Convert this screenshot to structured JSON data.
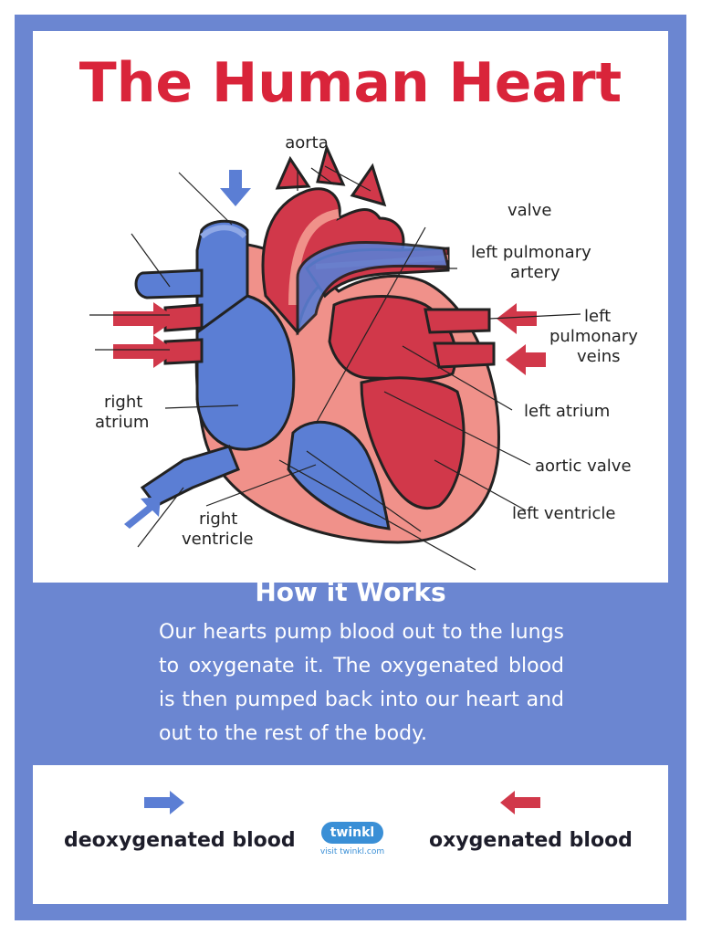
{
  "title": "The Human Heart",
  "labels": {
    "aorta": "aorta",
    "valve": "valve",
    "left_pulmonary_artery": [
      "left pulmonary",
      "artery"
    ],
    "left_pulmonary_veins": [
      "left",
      "pulmonary",
      "veins"
    ],
    "right_atrium": [
      "right",
      "atrium"
    ],
    "left_atrium": "left atrium",
    "aortic_valve": "aortic valve",
    "left_ventricle": "left ventricle",
    "right_ventricle": [
      "right",
      "ventricle"
    ]
  },
  "how_it_works": {
    "heading": "How it Works",
    "body": "Our hearts pump blood out to the lungs to oxygenate it. The oxygenated blood is then pumped back into our heart and out to the rest of the body."
  },
  "legend": {
    "deoxygenated": "deoxygenated blood",
    "oxygenated": "oxygenated blood"
  },
  "logo": {
    "name": "twinkl",
    "url_text": "visit twinkl.com"
  },
  "colors": {
    "frame_blue": "#6b86d1",
    "title_red": "#d9243a",
    "deoxygenated_blue": "#5b7ed4",
    "oxygenated_red": "#d1384a",
    "muscle_pink": "#f0918a"
  }
}
